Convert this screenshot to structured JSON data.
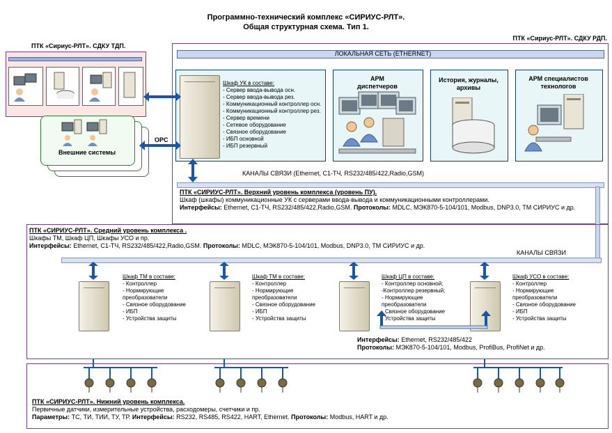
{
  "title": {
    "line1": "Программно-технический комплекс «СИРИУС-РЛТ».",
    "line2": "Общая структурная схема. Тип 1."
  },
  "rdp_label": "ПТК «Сириус-РЛТ». СДКУ РДП.",
  "tdp_label": "ПТК «Сириус-РЛТ». СДКУ ТДП.",
  "external_label": "Внешние системы",
  "opc_label": "OPC",
  "ethernet_label": "ЛОКАЛЬНАЯ СЕТЬ (ETHERNET)",
  "uk": {
    "title": "Шкаф УК в составе:",
    "items": [
      "- Сервер ввода-вывода осн.",
      "- Сервер ввода-вывода рез.",
      "- Коммуникационный контроллер осн.",
      "- Коммуникационный контроллер рез.",
      "- Сервер времени",
      "- Сетевое оборудование",
      "- Связное оборудование",
      "- ИБП основной",
      "- ИБП резервный"
    ]
  },
  "workstations": [
    {
      "label": "АРМ\nдиспетчеров"
    },
    {
      "label": "История, журналы,\nархивы"
    },
    {
      "label": "АРМ специалистов\nтехнологов"
    }
  ],
  "channels_top": "КАНАЛЫ СВЯЗИ (Ethernet, С1-ТЧ, RS232/485/422,Radio,GSM)",
  "upper": {
    "title": "ПТК «СИРИУС-РЛТ». Верхний уровень комплекса (уровень ПУ).",
    "desc": "Шкаф (шкафы) коммуникационные УК с серверами ввода-вывода и коммуникационными контроллерами.",
    "interfaces_label": "Интерфейсы:",
    "interfaces": " Ethernet, С1-ТЧ, RS232/485/422,Radio,GSM.",
    "protocols_label": " Протоколы:",
    "protocols": " MDLC, МЭК870-5-104/101, Modbus, DNP3.0, ТМ СИРИУС и др."
  },
  "middle": {
    "title": "ПТК «СИРИУС-РЛТ». Средний уровень комплекса .",
    "desc": "Шкафы ТМ, Шкаф ЦП, Шкафы УСО и пр.",
    "interfaces_label": "Интерфейсы:",
    "interfaces": " Ethernet, С1-ТЧ, RS232/485/422,Radio,GSM.",
    "protocols_label": " Протоколы:",
    "protocols": " MDLC, МЭК870-5-104/101, Modbus, DNP3.0, ТМ СИРИУС и др.",
    "channels": "КАНАЛЫ СВЯЗИ"
  },
  "cabinets": [
    {
      "title": "Шкаф ТМ  в составе:",
      "items": [
        "- Контроллер",
        "- Нормирующие",
        "  преобразователи",
        "- Связное оборудование",
        "- ИБП",
        "- Устройства защиты"
      ]
    },
    {
      "title": "Шкаф ТМ в составе:",
      "items": [
        "- Контроллер",
        "- Нормирующие",
        "  преобразователи",
        "- Связное оборудование",
        "- ИБП",
        "- Устройства защиты"
      ]
    },
    {
      "title": "Шкаф ЦП в составе:",
      "items": [
        "- Контроллер основной;",
        "-Контроллер резервный;",
        "- Нормирующие",
        "  преобразователи",
        "- Связное оборудование",
        "- Устройства защиты"
      ]
    },
    {
      "title": "Шкаф УСО в составе:",
      "items": [
        "- Контроллер",
        "- Нормирующие",
        "  преобразователи",
        "- Связное оборудование",
        "- ИБП",
        "- Устройства защиты"
      ]
    }
  ],
  "field_bus": {
    "interfaces_label": "Интерфейсы:",
    "interfaces": " Ethernet, RS232/485/422",
    "protocols_label": "Протоколы:",
    "protocols": " МЭК870-5-104/101, Modbus, ProfiBus, ProfiNet и др."
  },
  "lower": {
    "title": "ПТК «СИРИУС-РЛТ». Нижний уровень комплекса.",
    "desc": "Первичные датчики, измерительные устройства, расходомеры, счетчики и пр.",
    "params_label": "Параметры:",
    "params": " ТС, ТИ, ТИИ, ТУ, ТР.",
    "interfaces_label": " Интерфейсы:",
    "interfaces": " RS232, RS485, RS422, HART, Ethernet.",
    "protocols_label": " Протоколы:",
    "protocols": " Modbus, HART и др."
  }
}
